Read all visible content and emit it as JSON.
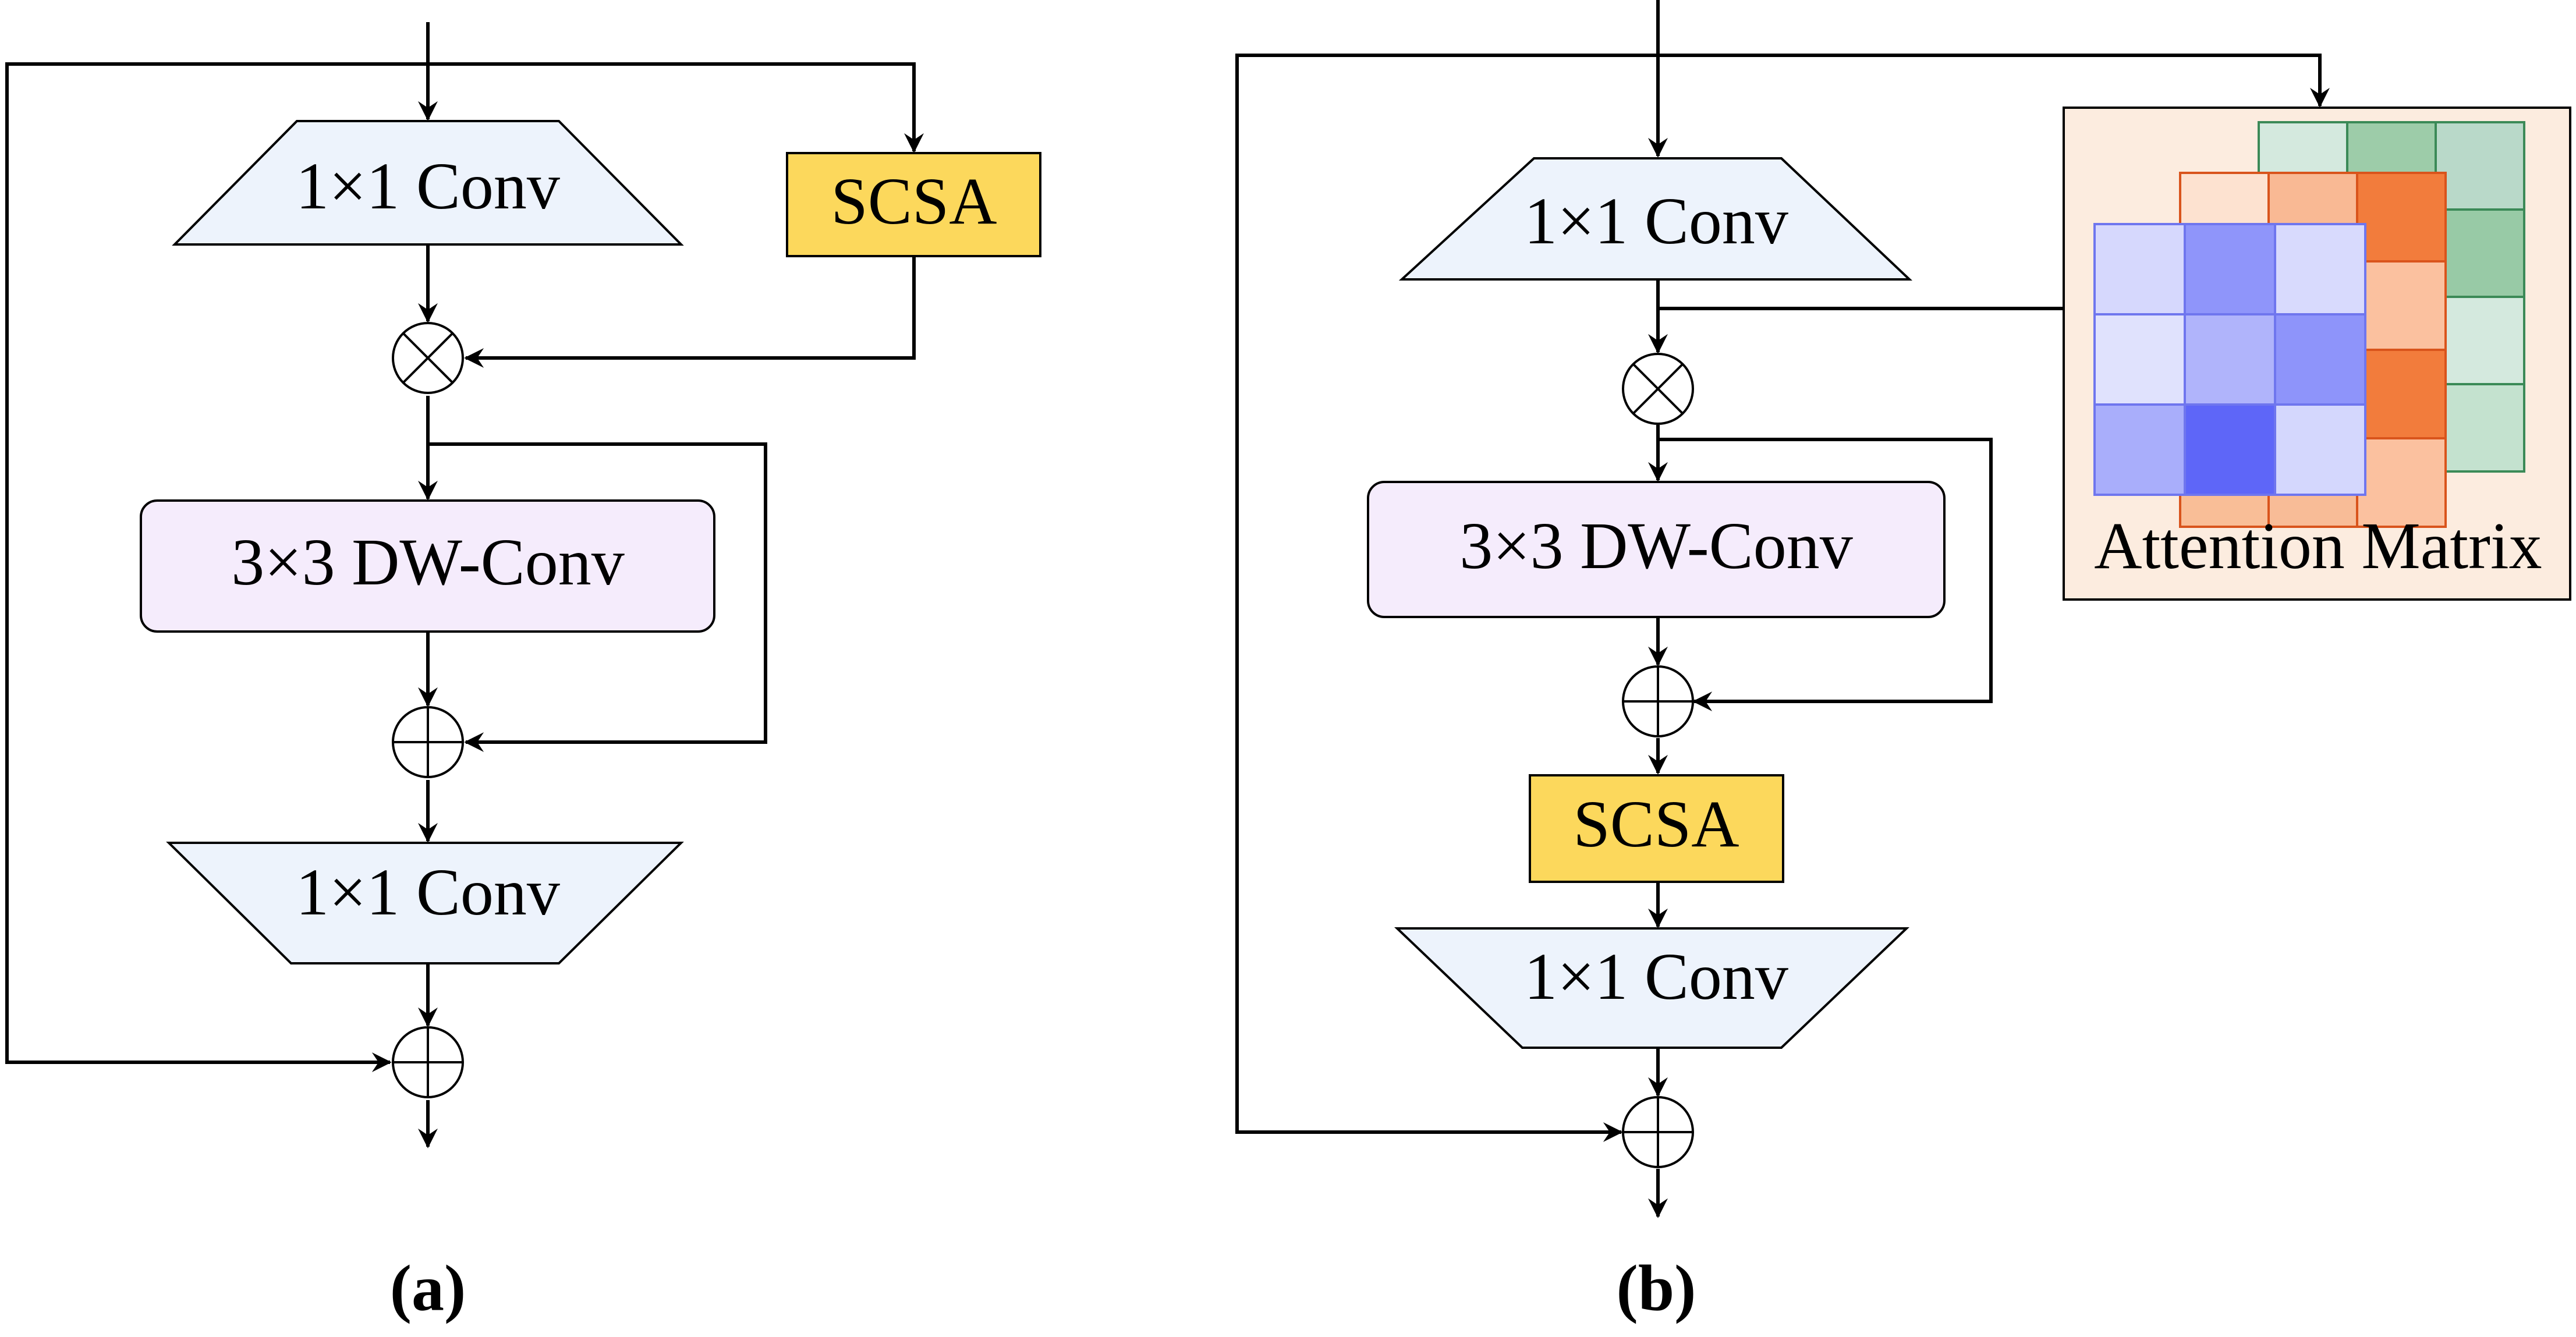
{
  "colors": {
    "conv_fill": "#edf3fc",
    "dwconv_fill": "#f5ecfc",
    "scsa_fill": "#fcd85c",
    "attention_panel_fill": "#fcecdf",
    "matrix_green": [
      "#d4e9de",
      "#9dcca9",
      "#b9d9c9",
      "#c4e2cf",
      "#9ecfaa",
      "#98caa6",
      "#a5d2b1",
      "#9ac7a5"
    ],
    "matrix_green_border": "#3b8a57",
    "matrix_orange": [
      "#fde2d0",
      "#f9b994",
      "#f27c3c",
      "#f9be97",
      "#f8bc97",
      "#fbc19f"
    ],
    "matrix_orange_border": "#d9541c",
    "matrix_blue": [
      "#d6d8fd",
      "#8f95fa",
      "#d8dafd",
      "#e0e2fd",
      "#b0b4fb",
      "#8e94fa",
      "#a9aefb",
      "#5e66f8",
      "#d4d7fd"
    ],
    "matrix_blue_border": "#6f76ee"
  },
  "panel_a": {
    "conv_top": "1×1 Conv",
    "scsa": "SCSA",
    "dwconv": "3×3 DW-Conv",
    "conv_bottom": "1×1 Conv",
    "caption": "(a)"
  },
  "panel_b": {
    "conv_top": "1×1 Conv",
    "dwconv": "3×3 DW-Conv",
    "scsa": "SCSA",
    "conv_bottom": "1×1 Conv",
    "attention_label": "Attention Matrix",
    "caption": "(b)"
  }
}
